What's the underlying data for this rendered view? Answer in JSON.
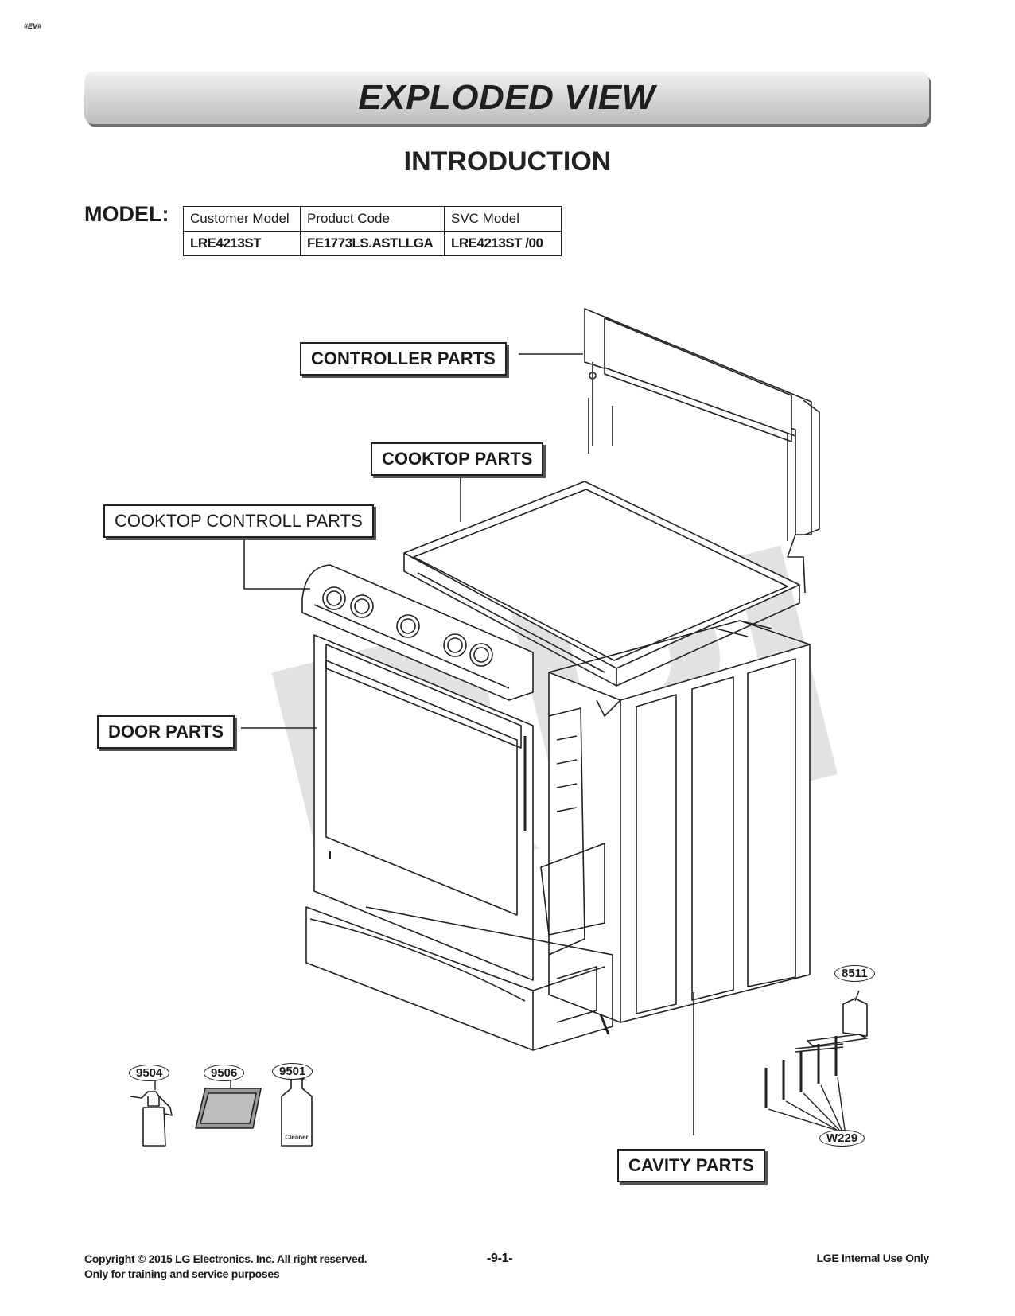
{
  "corner_tag": "#EV#",
  "banner_title": "EXPLODED VIEW",
  "section_title": "INTRODUCTION",
  "model": {
    "label": "MODEL:",
    "headers": [
      "Customer Model",
      "Product Code",
      "SVC Model"
    ],
    "values": [
      "LRE4213ST",
      "FE1773LS.ASTLLGA",
      "LRE4213ST /00"
    ]
  },
  "callouts": {
    "controller": "CONTROLLER PARTS",
    "cooktop": "COOKTOP PARTS",
    "cooktop_control": "COOKTOP CONTROLL PARTS",
    "door": "DOOR PARTS",
    "cavity": "CAVITY PARTS"
  },
  "watermark": "RPI",
  "part_numbers": {
    "sprayer": "9504",
    "pad": "9506",
    "cleaner": "9501",
    "bracket": "8511",
    "screws": "W229"
  },
  "cleaner_bottle_label": "Cleaner",
  "footer": {
    "copyright": "Copyright © 2015 LG Electronics. Inc. All right reserved.",
    "training": "Only for training and service purposes",
    "page": "-9-1-",
    "internal": "LGE Internal Use Only"
  }
}
